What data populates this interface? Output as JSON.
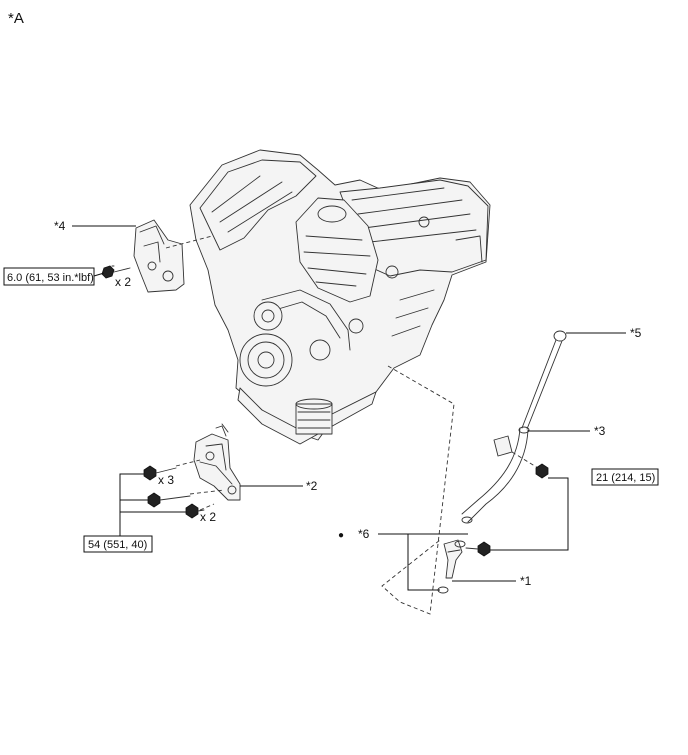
{
  "figure_label": "*A",
  "callouts": {
    "c1": "*1",
    "c2": "*2",
    "c3": "*3",
    "c4": "*4",
    "c5": "*5",
    "c6": "*6"
  },
  "quantities": {
    "q_top": "x 2",
    "q_mid3": "x 3",
    "q_mid2": "x 2"
  },
  "torque": {
    "t_left": "6.0 (61, 53 in.*lbf)",
    "t_bottom": "54 (551, 40)",
    "t_right": "21 (214, 15)"
  },
  "markers": {
    "bullet": "●"
  },
  "icons": {
    "engine": "engine-assembly-icon",
    "bolt": "bolt-icon",
    "gauge": "oil-level-gauge-icon",
    "guide": "oil-level-gauge-guide-icon",
    "bracket": "engine-mounting-bracket-icon",
    "hanger": "engine-hanger-icon",
    "oring": "o-ring-icon"
  }
}
